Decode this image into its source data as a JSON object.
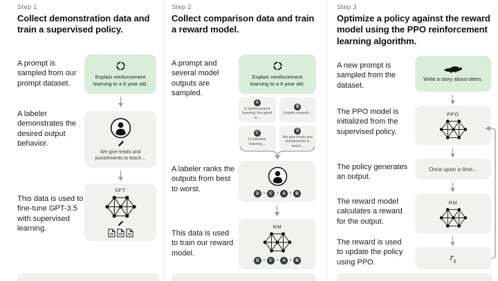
{
  "colors": {
    "background": "#ffffff",
    "green_card": "#d8eedb",
    "grey_card": "#f1f1ef",
    "dark_badge": "#333b3b",
    "arrow": "#9a9a9a"
  },
  "steps": [
    {
      "label": "Step 1",
      "title": "Collect demonstration data and train a supervised policy.",
      "captions": [
        "A prompt is sampled from our prompt dataset.",
        "A labeler demonstrates the desired output behavior.",
        "This data is used to fine-tune GPT-3.5 with supervised learning."
      ],
      "prompt_text": "Explain reinforcement learning to a 6 year old.",
      "labeler_note": "We give treats and punishments to teach...",
      "model_label": "SFT"
    },
    {
      "label": "Step 2",
      "title": "Collect comparison data and train a reward model.",
      "captions": [
        "A prompt and several model outputs are sampled.",
        "A labeler ranks the outputs from best to worst.",
        "This data is used to train our reward model."
      ],
      "prompt_text": "Explain reinforcement learning to a 6 year old.",
      "outputs": [
        {
          "letter": "A",
          "text": "In reinforcement learning, the agent is..."
        },
        {
          "letter": "B",
          "text": "Explain rewards..."
        },
        {
          "letter": "C",
          "text": "In machine learning..."
        },
        {
          "letter": "D",
          "text": "We give treats and punishments to teach..."
        }
      ],
      "ranking": {
        "items": [
          "D",
          "C",
          "A",
          "B"
        ],
        "separator": ">"
      },
      "model_label": "RM"
    },
    {
      "label": "Step 3",
      "title": "Optimize a policy against the reward model using the PPO reinforcement learning algorithm.",
      "captions": [
        "A new prompt is sampled from the dataset.",
        "The PPO model is initialized from the supervised policy.",
        "The policy generates an output.",
        "The reward model calculates a reward for the output.",
        "The reward is used to update the policy using PPO."
      ],
      "prompt_text": "Write a story about otters.",
      "policy_label": "PPO",
      "output_text": "Once upon a time...",
      "reward_model_label": "RM",
      "reward_symbol": "r",
      "reward_subscript": "k"
    }
  ]
}
